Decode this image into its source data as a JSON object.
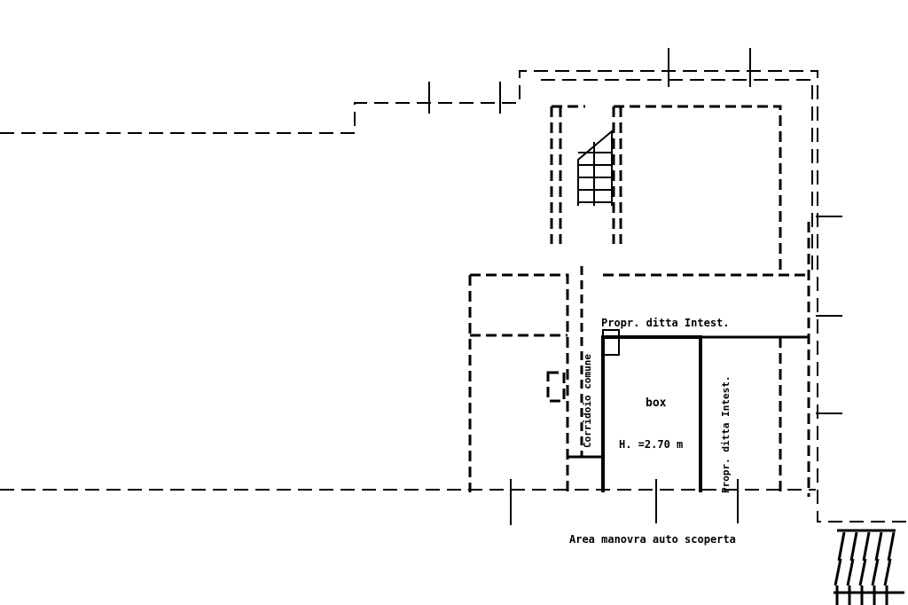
{
  "plan": {
    "labels": {
      "box": "box",
      "height": "H. =2.70 m",
      "proprieta_top": "Propr. ditta Intest.",
      "proprieta_side": "Propr. ditta Intest.",
      "corridoio": "Corridoio comune",
      "area": "Area manovra auto scoperta"
    }
  }
}
